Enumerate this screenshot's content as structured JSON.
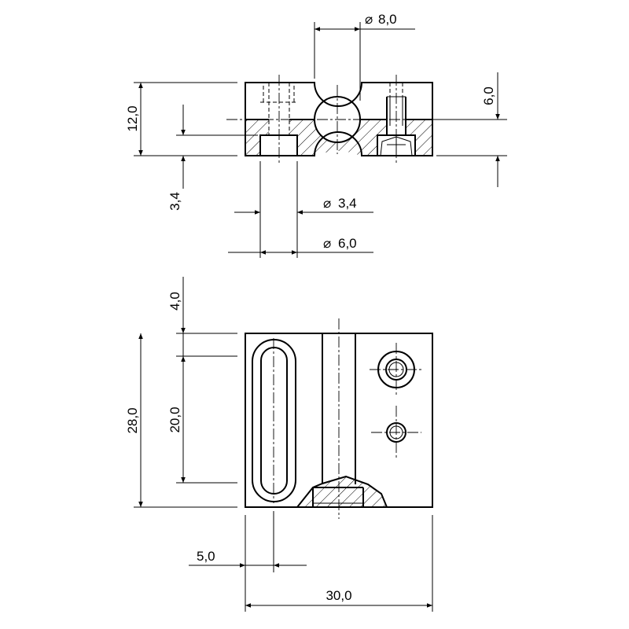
{
  "dimensions": {
    "dia_8": "8,0",
    "h_6": "6,0",
    "h_12": "12,0",
    "h_3_4": "3,4",
    "dia_3_4": "3,4",
    "dia_6": "6,0",
    "h_4": "4,0",
    "h_28": "28,0",
    "h_20": "20,0",
    "w_5": "5,0",
    "w_30": "30,0"
  }
}
